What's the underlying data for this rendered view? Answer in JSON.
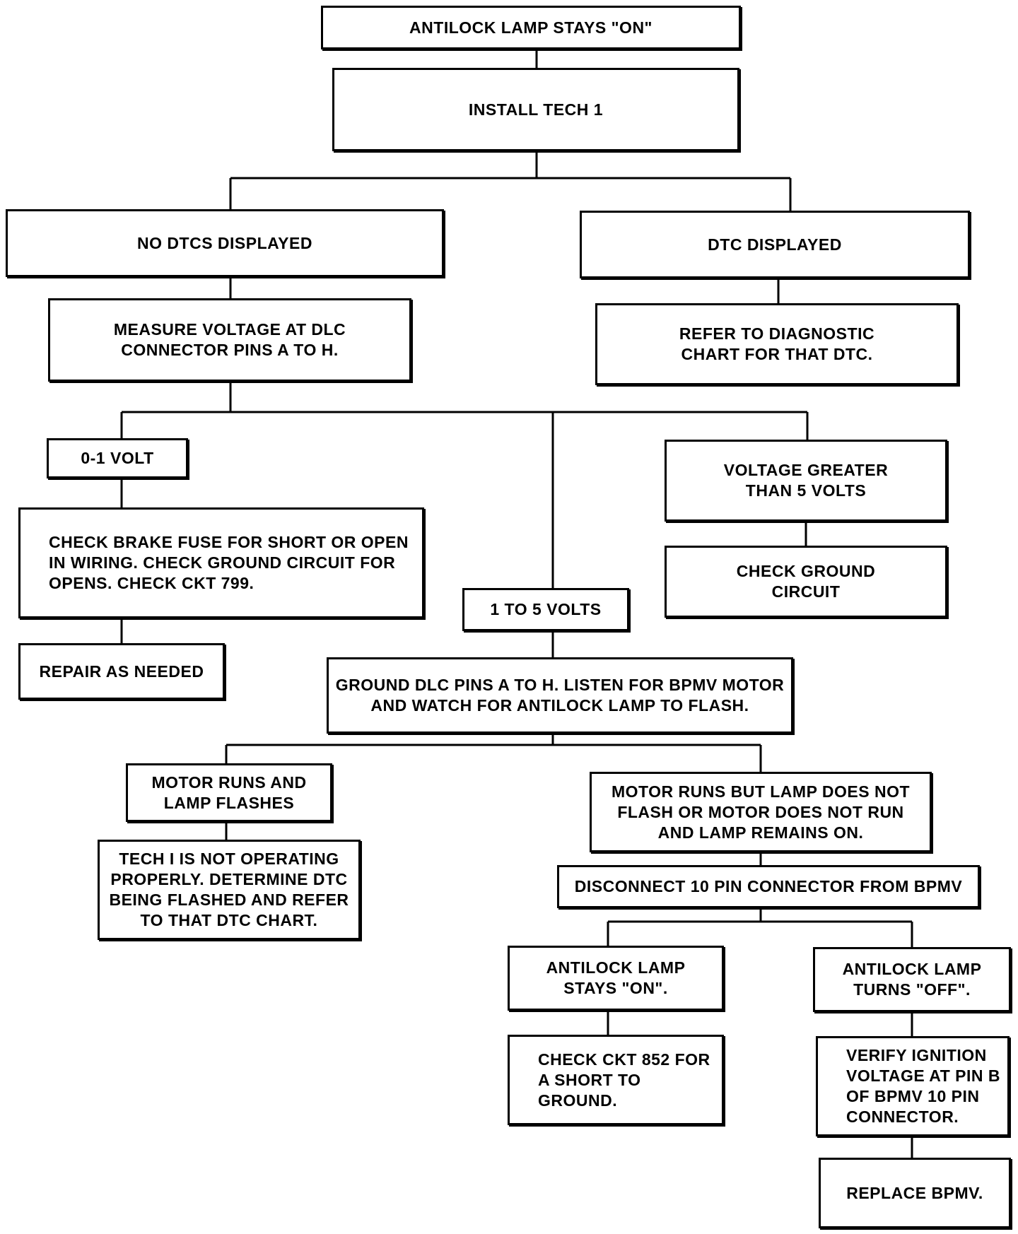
{
  "nodes": {
    "start": "ANTILOCK LAMP STAYS \"ON\"",
    "install_tech1": "INSTALL TECH 1",
    "no_dtcs": "NO DTCS DISPLAYED",
    "dtc_displayed": "DTC DISPLAYED",
    "measure_voltage": "MEASURE VOLTAGE AT DLC\nCONNECTOR PINS A TO H.",
    "refer_diagnostic": "REFER TO DIAGNOSTIC\nCHART FOR THAT DTC.",
    "zero_one_volt": "0-1 VOLT",
    "greater_5": "VOLTAGE GREATER\nTHAN 5 VOLTS",
    "check_brake_fuse": "CHECK BRAKE FUSE FOR SHORT OR OPEN\nIN WIRING. CHECK GROUND CIRCUIT FOR\nOPENS. CHECK CKT 799.",
    "check_ground_circuit": "CHECK GROUND\nCIRCUIT",
    "one_to_five": "1 TO 5 VOLTS",
    "repair_as_needed": "REPAIR AS NEEDED",
    "ground_dlc": "GROUND DLC PINS A TO H. LISTEN FOR BPMV MOTOR\nAND WATCH FOR ANTILOCK LAMP TO FLASH.",
    "motor_runs_flashes": "MOTOR RUNS AND\nLAMP FLASHES",
    "motor_runs_no_flash": "MOTOR RUNS BUT LAMP DOES NOT\nFLASH OR MOTOR DOES NOT RUN\nAND LAMP REMAINS ON.",
    "tech1_not_operating": "TECH I IS NOT OPERATING\nPROPERLY. DETERMINE DTC\nBEING FLASHED AND REFER\nTO THAT DTC CHART.",
    "disconnect_10pin": "DISCONNECT 10 PIN CONNECTOR FROM BPMV",
    "lamp_stays_on": "ANTILOCK LAMP\nSTAYS \"ON\".",
    "lamp_turns_off": "ANTILOCK LAMP\nTURNS \"OFF\".",
    "check_ckt_852": "CHECK CKT 852 FOR\nA SHORT TO\nGROUND.",
    "verify_ignition": "VERIFY IGNITION\nVOLTAGE AT PIN B\nOF BPMV 10 PIN\nCONNECTOR.",
    "replace_bpmv": "REPLACE BPMV."
  }
}
